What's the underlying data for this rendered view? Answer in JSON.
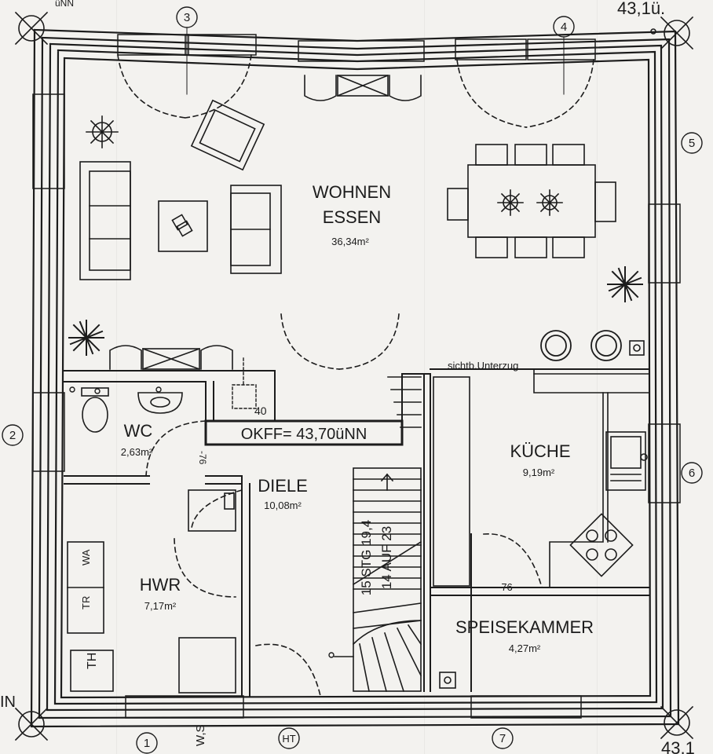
{
  "header": {
    "top_left_partial": "üNN",
    "top_right_partial": "43,1ü."
  },
  "bottom_right_partial": "43,1",
  "corner_marks": {
    "bottom_left": "IN"
  },
  "axes": [
    "1",
    "2",
    "3",
    "4",
    "5",
    "6",
    "7"
  ],
  "rooms": {
    "wohnen": {
      "name_line1": "WOHNEN",
      "name_line2": "ESSEN",
      "area": "36,34m²"
    },
    "wc": {
      "name": "WC",
      "area": "2,63m²"
    },
    "diele": {
      "name": "DIELE",
      "area": "10,08m²"
    },
    "kueche": {
      "name": "KÜCHE",
      "area": "9,19m²"
    },
    "hwr": {
      "name": "HWR",
      "area": "7,17m²"
    },
    "speisekammer": {
      "name": "SPEISEKAMMER",
      "area": "4,27m²"
    }
  },
  "annotations": {
    "okff": "OKFF= 43,70üNN",
    "stair_line1": "15 STG 19,4",
    "stair_line2": "14 AUF 23",
    "unterzug": "sichtb.Unterzug",
    "dim_40": "40",
    "dim_76_wc": "-76",
    "dim_76_pantry": "-76-",
    "tr": "TR",
    "wa": "WA",
    "th": "TH",
    "ht": "HT",
    "ws": "W,S"
  }
}
